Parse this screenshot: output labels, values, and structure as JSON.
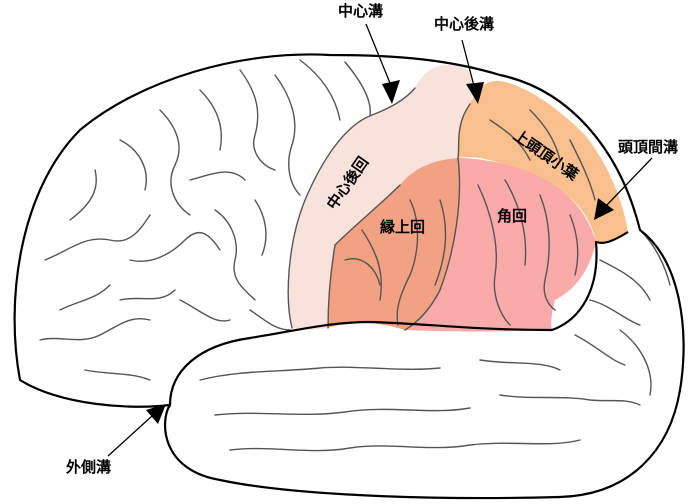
{
  "labels": {
    "central_sulcus": "中心溝",
    "postcentral_sulcus": "中心後溝",
    "postcentral_gyrus": "中心後回",
    "superior_parietal_lobule": "上頭頂小葉",
    "intraparietal_sulcus": "頭頂間溝",
    "supramarginal_gyrus": "縁上回",
    "angular_gyrus": "角回",
    "lateral_sulcus": "外側溝"
  },
  "colors": {
    "postcentral_gyrus": "#f9e2dc",
    "superior_parietal_lobule": "#f9c08d",
    "supramarginal_gyrus": "#f2a283",
    "angular_gyrus": "#f9aaa9",
    "brain_fill": "#ffffff",
    "outline": "#000000",
    "sulci": "#555555"
  }
}
